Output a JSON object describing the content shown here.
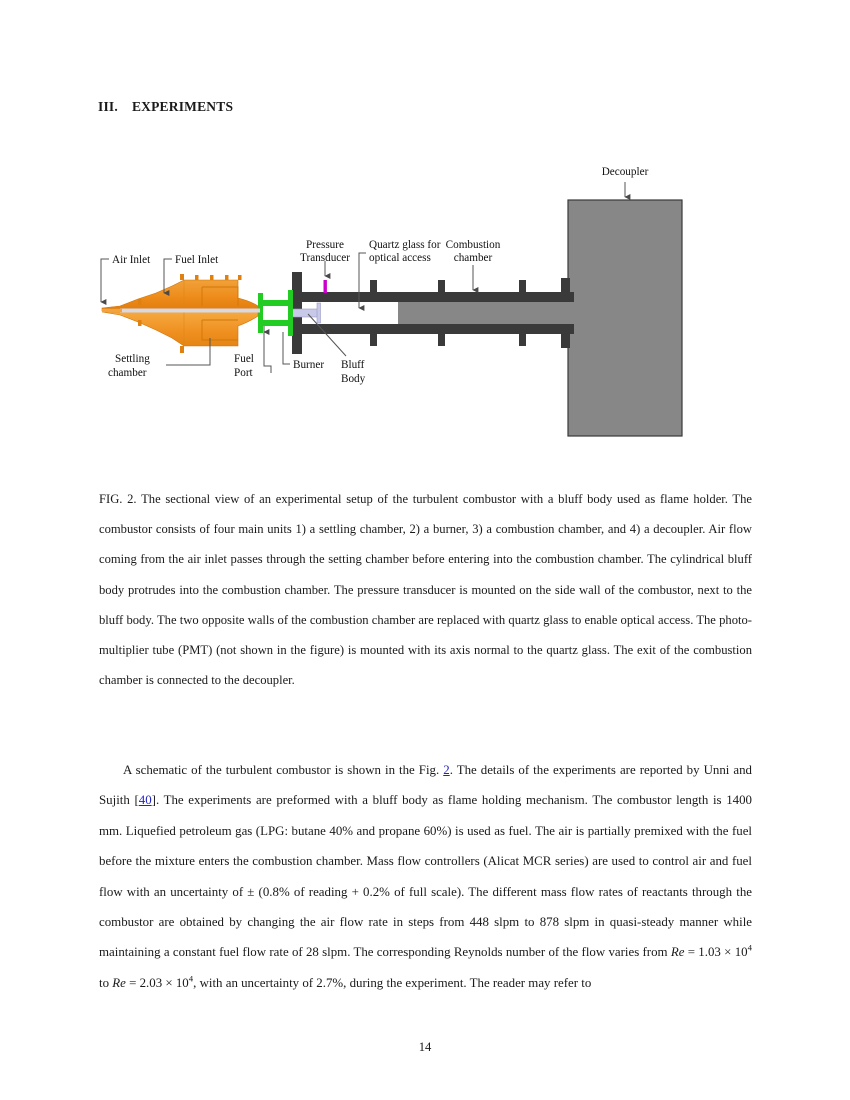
{
  "section": {
    "number": "III.",
    "title": "EXPERIMENTS"
  },
  "figure": {
    "labels": {
      "air_inlet": "Air Inlet",
      "fuel_inlet": "Fuel Inlet",
      "pressure_transducer_l1": "Pressure",
      "pressure_transducer_l2": "Transducer",
      "quartz_l1": "Quartz glass for",
      "quartz_l2": "optical access",
      "combustion_l1": "Combustion",
      "combustion_l2": "chamber",
      "decoupler": "Decoupler",
      "settling_l1": "Settling",
      "settling_l2": "chamber",
      "fuel_port_l1": "Fuel",
      "fuel_port_l2": "Port",
      "burner": "Burner",
      "bluff_l1": "Bluff",
      "bluff_l2": "Body"
    },
    "colors": {
      "settling_chamber": "#ef8f20",
      "settling_chamber_dark": "#d97b10",
      "settling_chamber_light": "#f5a93f",
      "fuel_port_green": "#22cc22",
      "metal_dark": "#3a3a3a",
      "chamber_gray": "#878787",
      "decoupler_gray": "#878787",
      "quartz_white": "#ffffff",
      "bluff_body": "#c8c8e8",
      "transducer_magenta": "#cc00cc",
      "leader_line": "#555555"
    }
  },
  "caption": {
    "label": "FIG. 2.",
    "text": "The sectional view of an experimental setup of the turbulent combustor with a bluff body used as flame holder. The combustor consists of four main units 1) a settling chamber, 2) a burner, 3) a combustion chamber, and 4) a decoupler. Air flow coming from the air inlet passes through the setting chamber before entering into the combustion chamber. The cylindrical bluff body protrudes into the combustion chamber. The pressure transducer is mounted on the side wall of the combustor, next to the bluff body. The two opposite walls of the combustion chamber are replaced with quartz glass to enable optical access. The photo-multiplier tube (PMT) (not shown in the figure) is mounted with its axis normal to the quartz glass. The exit of the combustion chamber is connected to the decoupler."
  },
  "body": {
    "seg1": "A schematic of the turbulent combustor is shown in the Fig. ",
    "fig_ref": "2",
    "seg2": ". The details of the experiments are reported by Unni and Sujith [",
    "cite_ref": "40",
    "seg3": "]. The experiments are preformed with a bluff body as flame holding mechanism. The combustor length is 1400 mm. Liquefied petroleum gas (LPG: butane 40% and propane 60%) is used as fuel. The air is partially premixed with the fuel before the mixture enters the combustion chamber. Mass flow controllers (Alicat MCR series) are used to control air and fuel flow with an uncertainty of ± (0.8% of reading + 0.2% of full scale). The different mass flow rates of reactants through the combustor are obtained by changing the air flow rate in steps from 448 slpm to 878 slpm in quasi-steady manner while maintaining a constant fuel flow rate of 28 slpm. The corresponding Reynolds number of the flow varies from ",
    "re_sym_1": "Re",
    "re_eq_1": " = 1.03 × 10",
    "re_exp_1": "4",
    "seg4": " to ",
    "re_sym_2": "Re",
    "re_eq_2": " = 2.03 × 10",
    "re_exp_2": "4",
    "seg5": ", with an uncertainty of 2.7%, during the experiment. The reader may refer to"
  },
  "footer": {
    "page_number": "14"
  }
}
